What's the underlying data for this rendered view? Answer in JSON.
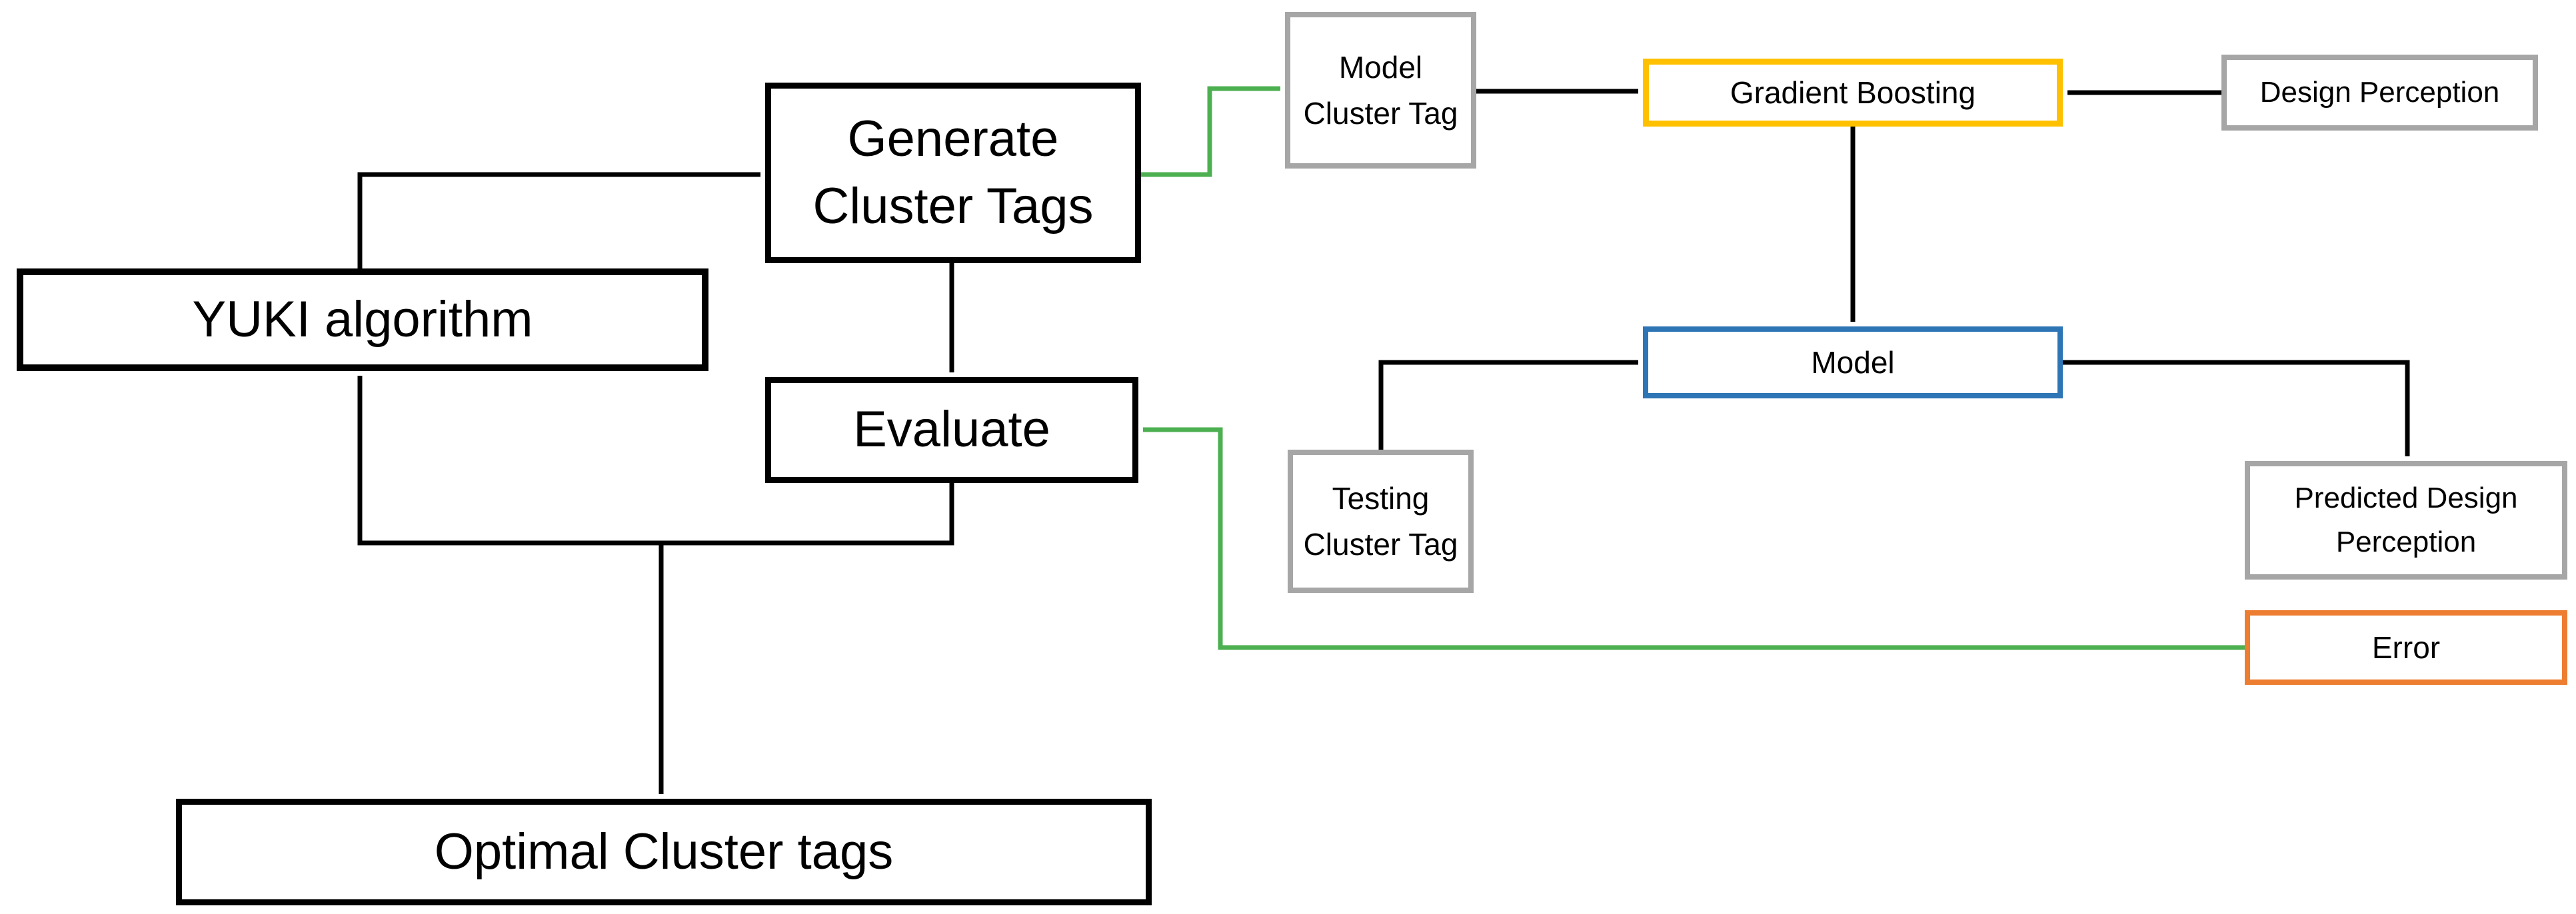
{
  "nodes": {
    "yuki": {
      "label": "YUKI algorithm"
    },
    "generate": {
      "label": "Generate Cluster Tags"
    },
    "evaluate": {
      "label": "Evaluate"
    },
    "optimal": {
      "label": "Optimal Cluster tags"
    },
    "model_cluster_tag": {
      "label": "Model Cluster Tag"
    },
    "gradient_boosting": {
      "label": "Gradient Boosting"
    },
    "design_perception": {
      "label": "Design Perception"
    },
    "model": {
      "label": "Model"
    },
    "testing_cluster_tag": {
      "label": "Testing Cluster Tag"
    },
    "predicted_design_perception": {
      "label": "Predicted Design Perception"
    },
    "error": {
      "label": "Error"
    }
  },
  "colors": {
    "background": "#FFFFFF",
    "text": "#000000",
    "black_border": "#000000",
    "gray_border": "#A6A6A6",
    "gold_border": "#FFC000",
    "blue_border": "#2E75B6",
    "orange_border": "#ED7D31",
    "black_connector": "#000000",
    "green_connector": "#4CAF50"
  },
  "connectors": [
    {
      "from": "yuki",
      "to": "generate",
      "color": "black"
    },
    {
      "from": "generate",
      "to": "evaluate",
      "color": "black"
    },
    {
      "from": "generate",
      "to": "model_cluster_tag",
      "color": "green"
    },
    {
      "from": "model_cluster_tag",
      "to": "gradient_boosting",
      "color": "black"
    },
    {
      "from": "design_perception",
      "to": "gradient_boosting",
      "color": "black"
    },
    {
      "from": "gradient_boosting",
      "to": "model",
      "color": "black"
    },
    {
      "from": "testing_cluster_tag",
      "to": "model",
      "color": "black"
    },
    {
      "from": "model",
      "to": "predicted_design_perception",
      "color": "black"
    },
    {
      "from": "error",
      "to": "evaluate",
      "color": "green"
    },
    {
      "from": "evaluate",
      "to": "yuki",
      "color": "black"
    },
    {
      "from": "evaluate",
      "to": "optimal",
      "color": "black"
    }
  ]
}
